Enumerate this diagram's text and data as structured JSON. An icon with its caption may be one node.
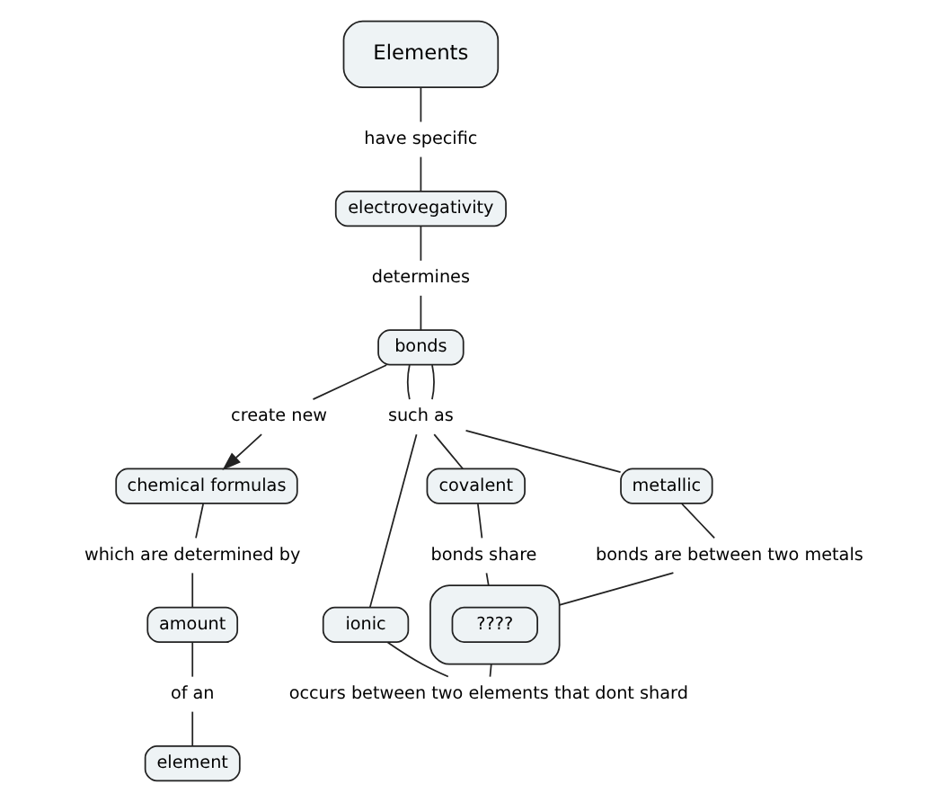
{
  "diagram": {
    "nodes": [
      {
        "text": [
          "Elements"
        ]
      },
      {
        "text": [
          "have specific"
        ]
      },
      {
        "text": [
          "electrovegativity"
        ]
      },
      {
        "text": [
          "determines"
        ]
      },
      {
        "text": [
          "bonds"
        ]
      },
      {
        "text": [
          "create new"
        ]
      },
      {
        "text": [
          "chemical formulas"
        ]
      },
      {
        "text": [
          "which are determined by"
        ]
      },
      {
        "text": [
          "amount"
        ]
      },
      {
        "text": [
          "of an"
        ]
      },
      {
        "text": [
          "element"
        ]
      },
      {
        "text": [
          "such as"
        ]
      },
      {
        "text": [
          "ionic"
        ]
      },
      {
        "text": [
          "covalent"
        ]
      },
      {
        "text": [
          "metallic"
        ]
      },
      {
        "text": [
          "bonds share"
        ]
      },
      {
        "text": [
          "bonds are between two metals"
        ]
      },
      {
        "text": [],
        "shape": "box"
      },
      {
        "text": [
          "????"
        ],
        "in": 17
      },
      {
        "text": [
          "occurs between two elements that dont shard"
        ]
      }
    ],
    "edges": [
      {
        "from": 0,
        "to": 1,
        "arrow": "none"
      },
      {
        "from": 1,
        "to": 2,
        "arrow": "none"
      },
      {
        "from": 2,
        "to": 3,
        "arrow": "none"
      },
      {
        "from": 3,
        "to": 4,
        "arrow": "none"
      },
      {
        "from": 4,
        "to": 5,
        "arrow": "none"
      },
      {
        "from": 5,
        "to": 6,
        "arrow": "to"
      },
      {
        "from": 6,
        "to": 7,
        "arrow": "none"
      },
      {
        "from": 7,
        "to": 8,
        "arrow": "none"
      },
      {
        "from": 8,
        "to": 9,
        "arrow": "none"
      },
      {
        "from": 9,
        "to": 10,
        "arrow": "none"
      },
      {
        "from": 4,
        "to": 11,
        "arrow": "none"
      },
      {
        "from": 4,
        "to": 11,
        "arrow": "none"
      },
      {
        "from": 11,
        "to": 12,
        "arrow": "none"
      },
      {
        "from": 11,
        "to": 13,
        "arrow": "none"
      },
      {
        "from": 11,
        "to": 14,
        "arrow": "none"
      },
      {
        "from": 13,
        "to": 15,
        "arrow": "none"
      },
      {
        "from": 15,
        "to": 17,
        "arrow": "none"
      },
      {
        "from": 14,
        "to": 16,
        "arrow": "none"
      },
      {
        "from": 16,
        "to": 17,
        "arrow": "none"
      },
      {
        "from": 12,
        "to": 19,
        "arrow": "none"
      },
      {
        "from": 17,
        "to": 19,
        "arrow": "none"
      }
    ]
  }
}
